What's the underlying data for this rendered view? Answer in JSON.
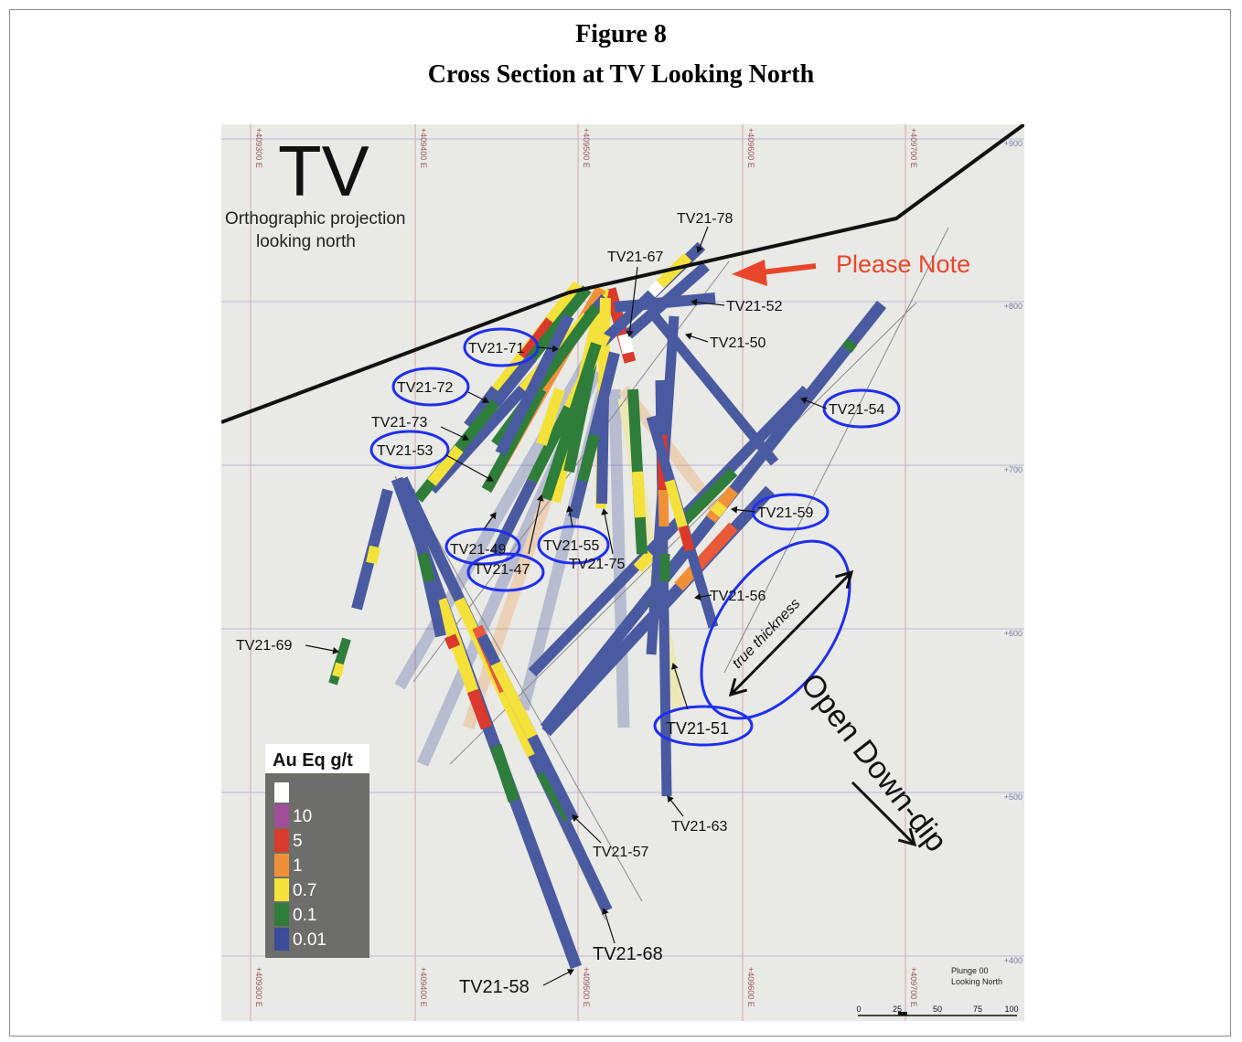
{
  "figure": {
    "label": "Figure 8",
    "caption": "Cross Section at TV Looking North"
  },
  "section": {
    "big_label": "TV",
    "projection_line1": "Orthographic projection",
    "projection_line2": "looking north",
    "please_note": "Please Note",
    "true_thickness": "true thickness",
    "open_down_dip": "Open Down-dip",
    "plunge_line1": "Plunge 00",
    "plunge_line2": "Looking North",
    "eastings": [
      "+409300 E",
      "+409400 E",
      "+409500 E",
      "+409600 E",
      "+409700 E"
    ],
    "elevations": [
      "+900",
      "+800",
      "+700",
      "+600",
      "+500",
      "+400"
    ],
    "scale_labels": [
      "0",
      "25",
      "50",
      "75",
      "100"
    ],
    "colors": {
      "topography": "#111111",
      "annotation_red": "#e8462a",
      "highlight_blue": "#1f2ff0",
      "background": "#e9e9e6",
      "grid": "#b9b9d6",
      "grid_vertical": "#d9a7a7"
    }
  },
  "holes": [
    {
      "id": "TV21-78",
      "circled": false
    },
    {
      "id": "TV21-67",
      "circled": false
    },
    {
      "id": "TV21-52",
      "circled": false
    },
    {
      "id": "TV21-50",
      "circled": false
    },
    {
      "id": "TV21-71",
      "circled": true
    },
    {
      "id": "TV21-72",
      "circled": true
    },
    {
      "id": "TV21-73",
      "circled": false
    },
    {
      "id": "TV21-53",
      "circled": true
    },
    {
      "id": "TV21-54",
      "circled": true
    },
    {
      "id": "TV21-59",
      "circled": true
    },
    {
      "id": "TV21-49",
      "circled": true
    },
    {
      "id": "TV21-47",
      "circled": true
    },
    {
      "id": "TV21-55",
      "circled": true
    },
    {
      "id": "TV21-75",
      "circled": false
    },
    {
      "id": "TV21-56",
      "circled": false
    },
    {
      "id": "TV21-69",
      "circled": false
    },
    {
      "id": "TV21-51",
      "circled": true
    },
    {
      "id": "TV21-63",
      "circled": false
    },
    {
      "id": "TV21-57",
      "circled": false
    },
    {
      "id": "TV21-68",
      "circled": false
    },
    {
      "id": "TV21-58",
      "circled": false
    }
  ],
  "legend": {
    "title": "Au Eq g/t",
    "entries": [
      {
        "label": "",
        "color": "#ffffff"
      },
      {
        "label": "10",
        "color": "#a24d9a"
      },
      {
        "label": "5",
        "color": "#d93a2b"
      },
      {
        "label": "1",
        "color": "#f0913a"
      },
      {
        "label": "0.7",
        "color": "#f4e23a"
      },
      {
        "label": "0.1",
        "color": "#2f7d3a"
      },
      {
        "label": "0.01",
        "color": "#3a4c9a"
      }
    ]
  }
}
